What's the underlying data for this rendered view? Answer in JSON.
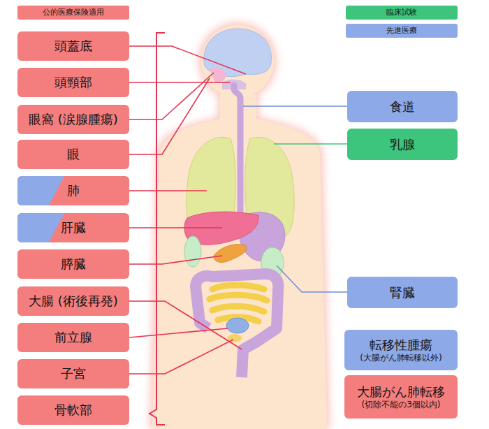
{
  "diagram": {
    "nodes": [
      {
        "text": [
          "頭蓋底"
        ]
      },
      {
        "text": [
          "頭頸部"
        ]
      },
      {
        "text": [
          "眼窩 (涙腺腫瘍)"
        ]
      },
      {
        "text": [
          "眼"
        ]
      },
      {
        "text": [
          "肺"
        ]
      },
      {
        "text": [
          "肝臓"
        ]
      },
      {
        "text": [
          "膵臓"
        ]
      },
      {
        "text": [
          "大腸 (術後再発)"
        ]
      },
      {
        "text": [
          "前立腺"
        ]
      },
      {
        "text": [
          "子宮"
        ]
      },
      {
        "text": [
          "骨軟部"
        ]
      },
      {
        "text": [
          "食道"
        ]
      },
      {
        "text": [
          "乳腺"
        ]
      },
      {
        "text": [
          "腎臓"
        ]
      },
      {
        "text": [
          "転移性腫瘍",
          "(大腸がん肺転移以外)"
        ]
      },
      {
        "text": [
          "大腸がん肺転移",
          "(切除不能の3個以内)"
        ]
      }
    ],
    "legend": [
      {
        "text": "公的医療保険適用",
        "color": "#F47E7E"
      },
      {
        "text": "臨床試験",
        "color": "#3DC57D"
      },
      {
        "text": "先進医療",
        "color": "#8EA9E8"
      }
    ]
  }
}
